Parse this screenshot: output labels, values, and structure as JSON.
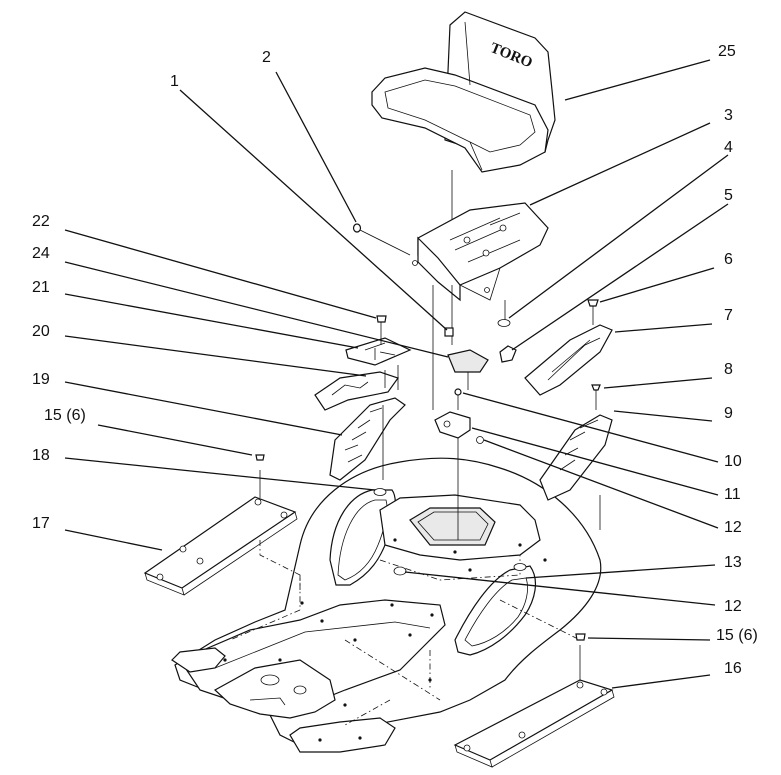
{
  "seat_logo": "TORO",
  "callouts": [
    {
      "id": "c1",
      "text": "1"
    },
    {
      "id": "c2",
      "text": "2"
    },
    {
      "id": "c25",
      "text": "25"
    },
    {
      "id": "c3",
      "text": "3"
    },
    {
      "id": "c4",
      "text": "4"
    },
    {
      "id": "c5",
      "text": "5"
    },
    {
      "id": "c6",
      "text": "6"
    },
    {
      "id": "c7",
      "text": "7"
    },
    {
      "id": "c8",
      "text": "8"
    },
    {
      "id": "c9",
      "text": "9"
    },
    {
      "id": "c10",
      "text": "10"
    },
    {
      "id": "c11",
      "text": "11"
    },
    {
      "id": "c12a",
      "text": "12"
    },
    {
      "id": "c13",
      "text": "13"
    },
    {
      "id": "c12b",
      "text": "12"
    },
    {
      "id": "c15b",
      "text": "15 (6)"
    },
    {
      "id": "c16",
      "text": "16"
    },
    {
      "id": "c22",
      "text": "22"
    },
    {
      "id": "c24",
      "text": "24"
    },
    {
      "id": "c21",
      "text": "21"
    },
    {
      "id": "c20",
      "text": "20"
    },
    {
      "id": "c19",
      "text": "19"
    },
    {
      "id": "c15a",
      "text": "15 (6)"
    },
    {
      "id": "c18",
      "text": "18"
    },
    {
      "id": "c17",
      "text": "17"
    }
  ]
}
